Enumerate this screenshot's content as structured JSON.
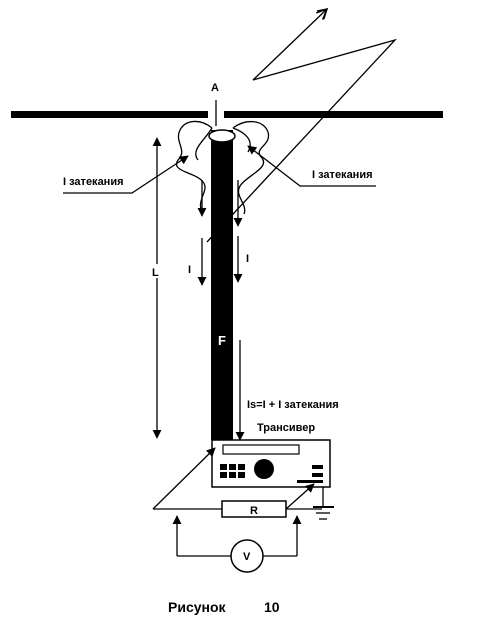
{
  "labels": {
    "point_a": "A",
    "leak_left": "I затекания",
    "leak_right": "I затекания",
    "current_left": "I",
    "current_right": "I",
    "length": "L",
    "feeder": "F",
    "sum_current": "Is=I + I затекания",
    "transceiver": "Трансивер",
    "resistor": "R",
    "voltmeter": "V"
  },
  "caption": {
    "word": "Рисунок",
    "number": "10"
  }
}
